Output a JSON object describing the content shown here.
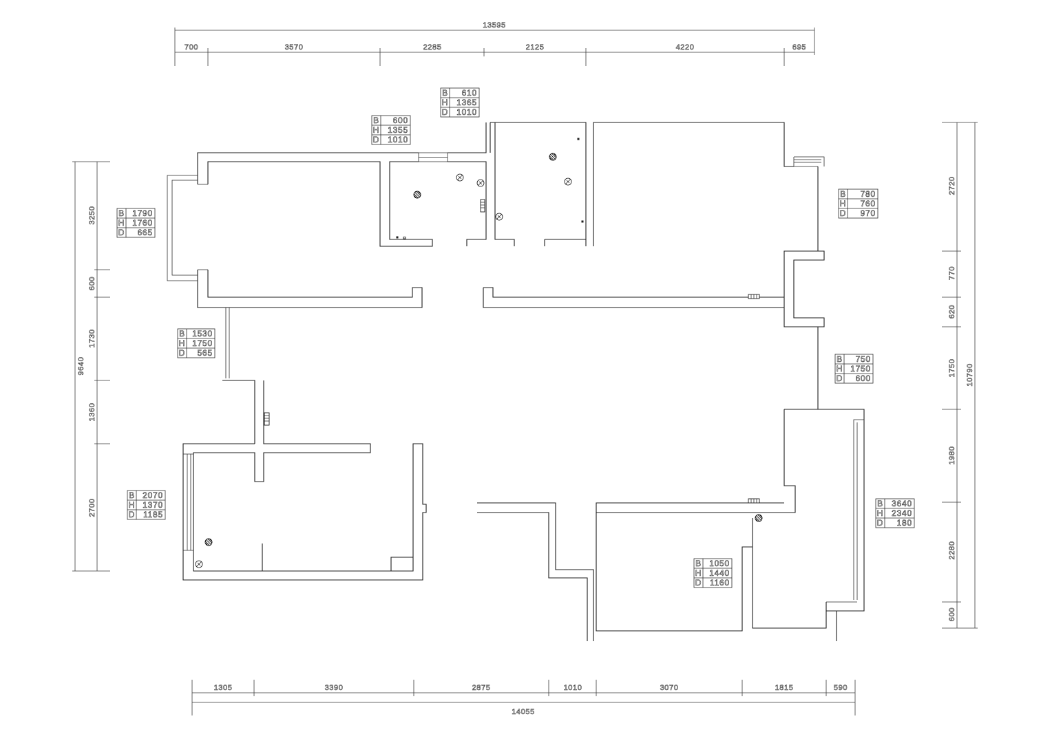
{
  "dimensions": {
    "top": {
      "overall": "13595",
      "segments": [
        "700",
        "3570",
        "2285",
        "2125",
        "4220",
        "695"
      ]
    },
    "bottom": {
      "overall": "14055",
      "segments": [
        "1305",
        "3390",
        "2875",
        "1010",
        "3070",
        "1815",
        "590"
      ]
    },
    "left": {
      "overall": "9640",
      "segments": [
        "3250",
        "600",
        "1730",
        "1360",
        "2700"
      ]
    },
    "right": {
      "overall": "10790",
      "segments": [
        "2720",
        "770",
        "620",
        "1750",
        "1980",
        "2280",
        "600"
      ]
    }
  },
  "opening_schedule": {
    "row_labels": [
      "B",
      "H",
      "D"
    ],
    "openings": [
      {
        "values": [
          "610",
          "1365",
          "1010"
        ]
      },
      {
        "values": [
          "600",
          "1355",
          "1010"
        ]
      },
      {
        "values": [
          "1790",
          "1760",
          "665"
        ]
      },
      {
        "values": [
          "780",
          "760",
          "970"
        ]
      },
      {
        "values": [
          "1530",
          "1750",
          "565"
        ]
      },
      {
        "values": [
          "750",
          "1750",
          "600"
        ]
      },
      {
        "values": [
          "2070",
          "1370",
          "1185"
        ]
      },
      {
        "values": [
          "3640",
          "2340",
          "180"
        ]
      },
      {
        "values": [
          "1050",
          "1440",
          "1160"
        ]
      }
    ]
  }
}
